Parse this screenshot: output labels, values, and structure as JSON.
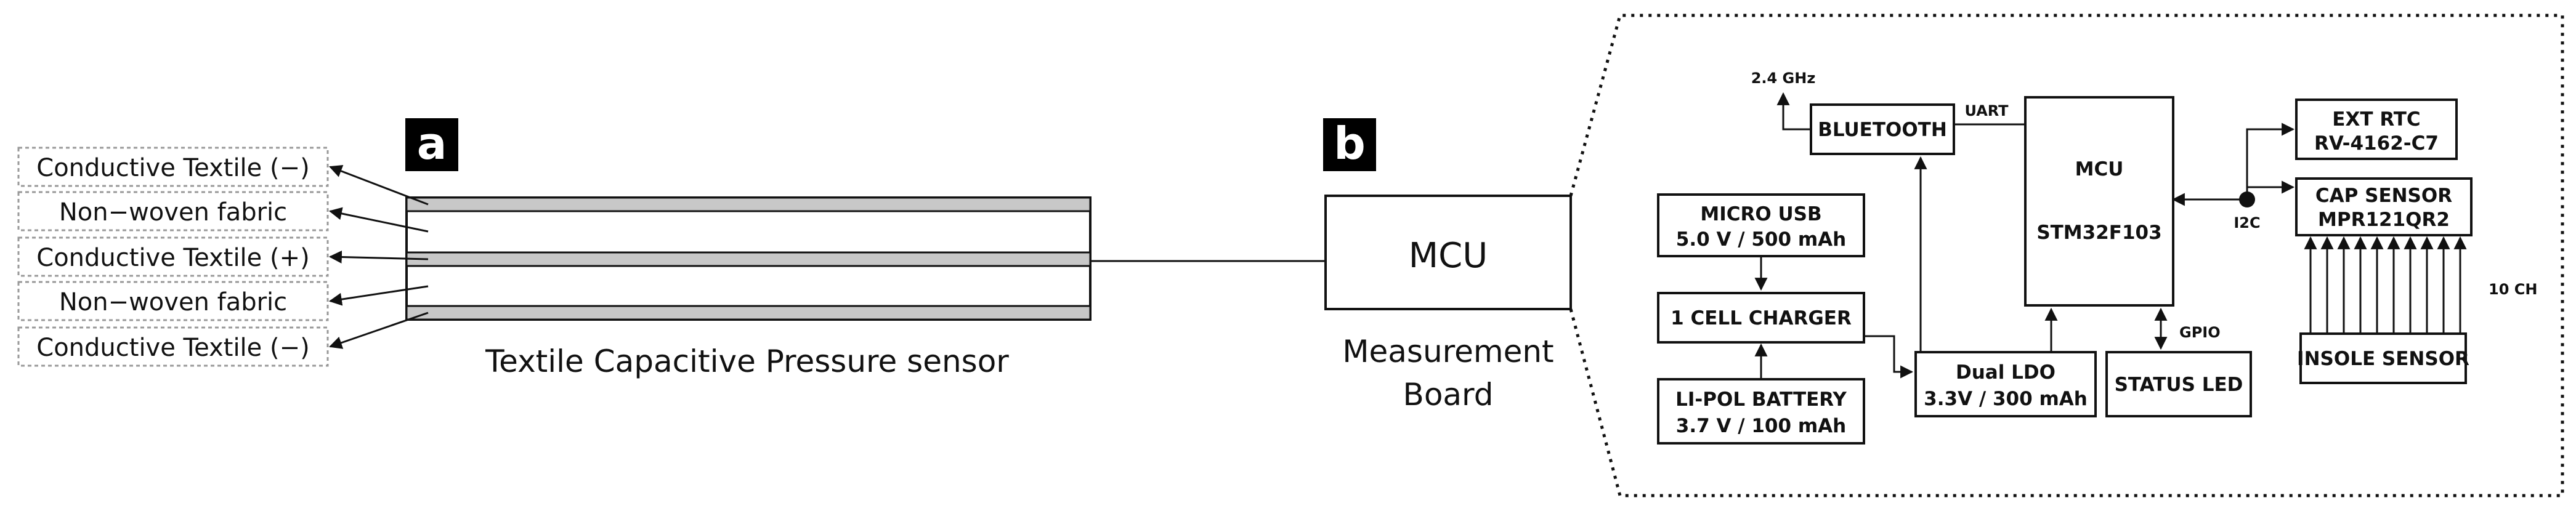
{
  "panel_a": {
    "letter": "a",
    "layer_labels": [
      "Conductive Textile (−)",
      "Non−woven fabric",
      "Conductive Textile (+)",
      "Non−woven fabric",
      "Conductive Textile (−)"
    ],
    "caption": "Textile Capacitive Pressure sensor"
  },
  "panel_b": {
    "letter": "b",
    "mcu_label": "MCU",
    "caption_line1": "Measurement",
    "caption_line2": "Board"
  },
  "board": {
    "antenna_label": "2.4 GHz",
    "bluetooth": "BLUETOOTH",
    "uart": "UART",
    "mcu_title": "MCU",
    "mcu_chip": "STM32F103",
    "ext_rtc_line1": "EXT RTC",
    "ext_rtc_line2": "RV-4162-C7",
    "cap_sensor_line1": "CAP SENSOR",
    "cap_sensor_line2": "MPR121QR2",
    "i2c": "I2C",
    "micro_usb_line1": "MICRO USB",
    "micro_usb_line2": "5.0 V / 500 mAh",
    "charger": "1 CELL CHARGER",
    "battery_line1": "LI-POL BATTERY",
    "battery_line2": "3.7 V / 100 mAh",
    "ldo_line1": "Dual LDO",
    "ldo_line2": "3.3V / 300 mAh",
    "status_led": "STATUS LED",
    "gpio": "GPIO",
    "channels": "10 CH",
    "insole_sensor": "INSOLE SENSOR"
  }
}
